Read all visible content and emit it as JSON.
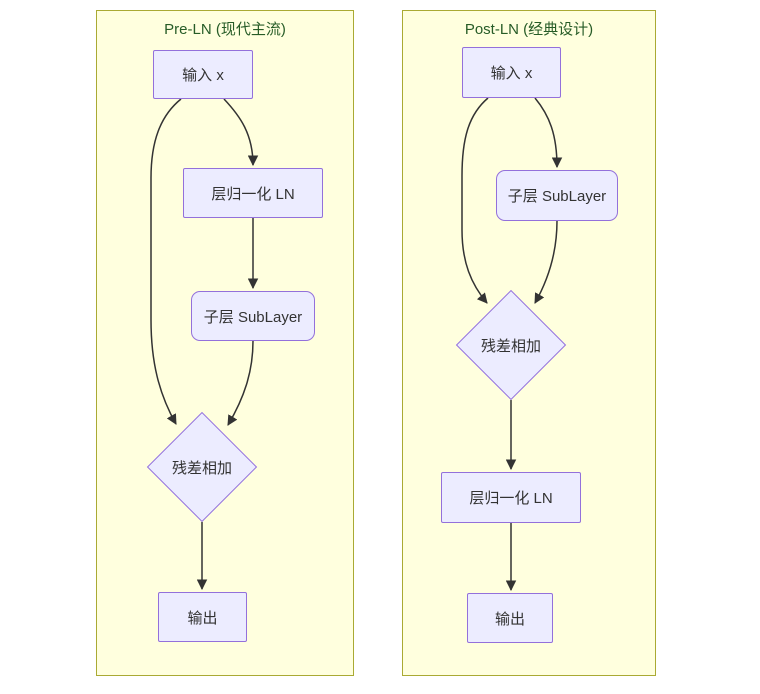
{
  "diagram": {
    "type": "flowchart-comparison",
    "colors": {
      "panel_fill": "#ffffde",
      "panel_border": "#aaaa33",
      "node_fill": "#ececff",
      "node_border": "#9370db",
      "edge": "#333333",
      "title_text": "#275c27",
      "node_text": "#333333"
    },
    "panels": [
      {
        "title": "Pre-LN (现代主流)",
        "nodes": [
          {
            "id": "input",
            "label": "输入 x",
            "shape": "rect"
          },
          {
            "id": "ln",
            "label": "层归一化 LN",
            "shape": "rect"
          },
          {
            "id": "sublayer",
            "label": "子层 SubLayer",
            "shape": "rounded"
          },
          {
            "id": "add",
            "label": "残差相加",
            "shape": "diamond"
          },
          {
            "id": "output",
            "label": "输出",
            "shape": "rect"
          }
        ],
        "edges": [
          {
            "from": "input",
            "to": "ln"
          },
          {
            "from": "input",
            "to": "add"
          },
          {
            "from": "ln",
            "to": "sublayer"
          },
          {
            "from": "sublayer",
            "to": "add"
          },
          {
            "from": "add",
            "to": "output"
          }
        ]
      },
      {
        "title": "Post-LN (经典设计)",
        "nodes": [
          {
            "id": "input",
            "label": "输入 x",
            "shape": "rect"
          },
          {
            "id": "sublayer",
            "label": "子层 SubLayer",
            "shape": "rounded"
          },
          {
            "id": "add",
            "label": "残差相加",
            "shape": "diamond"
          },
          {
            "id": "ln",
            "label": "层归一化 LN",
            "shape": "rect"
          },
          {
            "id": "output",
            "label": "输出",
            "shape": "rect"
          }
        ],
        "edges": [
          {
            "from": "input",
            "to": "sublayer"
          },
          {
            "from": "input",
            "to": "add"
          },
          {
            "from": "sublayer",
            "to": "add"
          },
          {
            "from": "add",
            "to": "ln"
          },
          {
            "from": "ln",
            "to": "output"
          }
        ]
      }
    ]
  }
}
